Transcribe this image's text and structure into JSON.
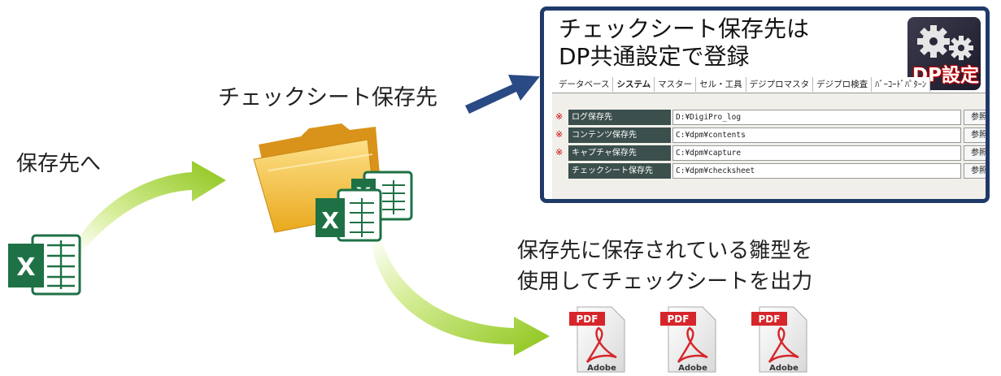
{
  "captions": {
    "save_to": "保存先へ",
    "folder": "チェックシート保存先",
    "output": "保存先に保存されている雛型を\n使用してチェックシートを出力"
  },
  "icons": {
    "excel": "X",
    "pdf": "PDF",
    "adobe": "Adobe"
  },
  "panel": {
    "title": "チェックシート保存先は\nDP共通設定で登録",
    "badge": "DP設定",
    "tabs": [
      "データベース",
      "システム",
      "マスター",
      "セル・工具",
      "デジプロマスタ",
      "デジプロ検査",
      "ﾊﾞｰｺｰﾄﾞﾊﾟﾀｰﾝ"
    ],
    "required_mark": "※",
    "rows": [
      {
        "label": "ログ保存先",
        "value": "D:¥DigiPro_log",
        "required": true,
        "button": "参照"
      },
      {
        "label": "コンテンツ保存先",
        "value": "C:¥dpm¥contents",
        "required": true,
        "button": "参照"
      },
      {
        "label": "キャプチャ保存先",
        "value": "C:¥dpm¥capture",
        "required": true,
        "button": "参照"
      },
      {
        "label": "チェックシート保存先",
        "value": "C:¥dpm¥checksheet",
        "required": false,
        "button": "参照"
      }
    ]
  },
  "colors": {
    "arrow_green": "#9ccf1f",
    "panel_border": "#1f3a68",
    "excel_green": "#1e7145",
    "folder_yellow": "#f3c23c",
    "pdf_red": "#d6262b"
  }
}
